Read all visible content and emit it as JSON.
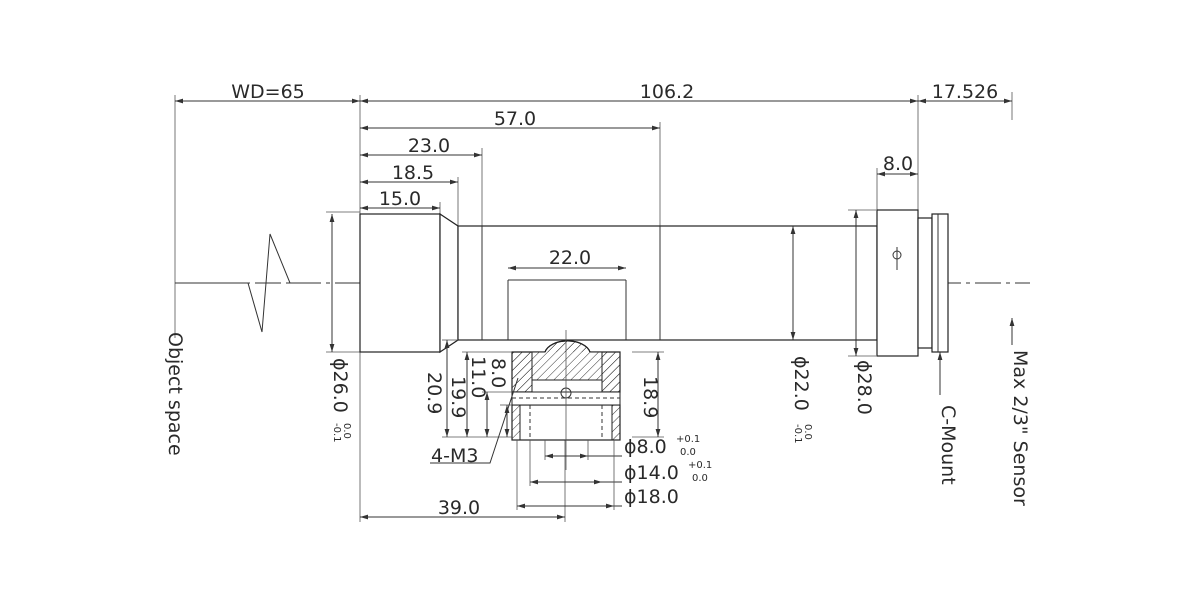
{
  "drawing": {
    "dims": {
      "wd": "WD=65",
      "total_length": "106.2",
      "flange": "17.526",
      "len_57": "57.0",
      "len_23": "23.0",
      "len_18_5": "18.5",
      "len_15": "15.0",
      "mount_8": "8.0",
      "mount_block_22": "22.0",
      "len_39": "39.0"
    },
    "vertical_dims": {
      "h_20_9": "20.9",
      "h_19_9": "19.9",
      "h_11_0": "11.0",
      "h_8_0": "8.0",
      "h_18_9": "18.9",
      "dia_front": "ϕ26.0",
      "dia_front_tol_upper": "0.0",
      "dia_front_tol_lower": "-0.1",
      "dia_tube": "ϕ22.0",
      "dia_tube_tol_upper": "0.0",
      "dia_tube_tol_lower": "-0.1",
      "dia_rear": "ϕ28.0"
    },
    "hole_callouts": {
      "thread": "4-M3",
      "hole_8": "ϕ8.0",
      "hole_8_tol_upper": "+0.1",
      "hole_8_tol_lower": "0.0",
      "hole_14": "ϕ14.0",
      "hole_14_tol_upper": "+0.1",
      "hole_14_tol_lower": "0.0",
      "hole_18": "ϕ18.0"
    },
    "labels": {
      "object_space": "Object space",
      "c_mount": "C-Mount",
      "sensor": "Max 2/3\" Sensor"
    }
  }
}
